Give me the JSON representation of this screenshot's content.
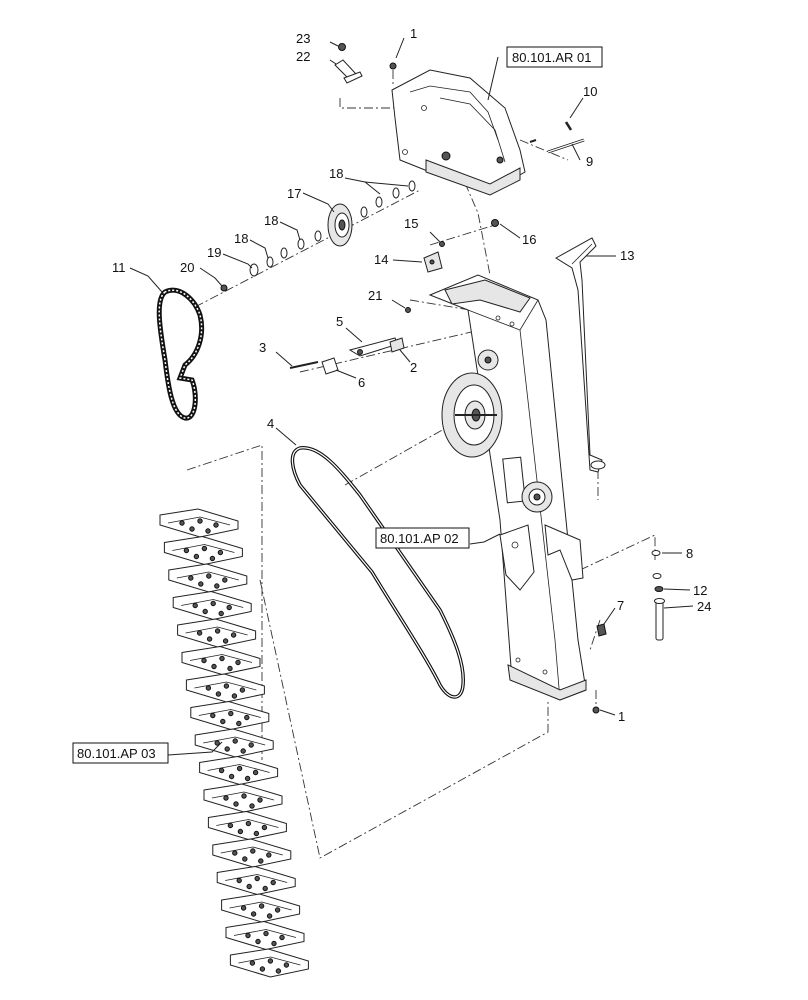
{
  "diagram": {
    "callouts": [
      {
        "id": "c23",
        "label": "23"
      },
      {
        "id": "c22",
        "label": "22"
      },
      {
        "id": "c1a",
        "label": "1"
      },
      {
        "id": "c10",
        "label": "10"
      },
      {
        "id": "c9",
        "label": "9"
      },
      {
        "id": "c18a",
        "label": "18"
      },
      {
        "id": "c17",
        "label": "17"
      },
      {
        "id": "c18b",
        "label": "18"
      },
      {
        "id": "c18c",
        "label": "18"
      },
      {
        "id": "c19",
        "label": "19"
      },
      {
        "id": "c20",
        "label": "20"
      },
      {
        "id": "c11",
        "label": "11"
      },
      {
        "id": "c15",
        "label": "15"
      },
      {
        "id": "c16",
        "label": "16"
      },
      {
        "id": "c14",
        "label": "14"
      },
      {
        "id": "c13",
        "label": "13"
      },
      {
        "id": "c21",
        "label": "21"
      },
      {
        "id": "c5",
        "label": "5"
      },
      {
        "id": "c3",
        "label": "3"
      },
      {
        "id": "c2",
        "label": "2"
      },
      {
        "id": "c6",
        "label": "6"
      },
      {
        "id": "c4",
        "label": "4"
      },
      {
        "id": "c8",
        "label": "8"
      },
      {
        "id": "c12",
        "label": "12"
      },
      {
        "id": "c24",
        "label": "24"
      },
      {
        "id": "c7",
        "label": "7"
      },
      {
        "id": "c1b",
        "label": "1"
      }
    ],
    "references": [
      {
        "id": "ref-ar01",
        "label": "80.101.AR 01"
      },
      {
        "id": "ref-ap02",
        "label": "80.101.AP 02"
      },
      {
        "id": "ref-ap03",
        "label": "80.101.AP 03"
      }
    ]
  }
}
